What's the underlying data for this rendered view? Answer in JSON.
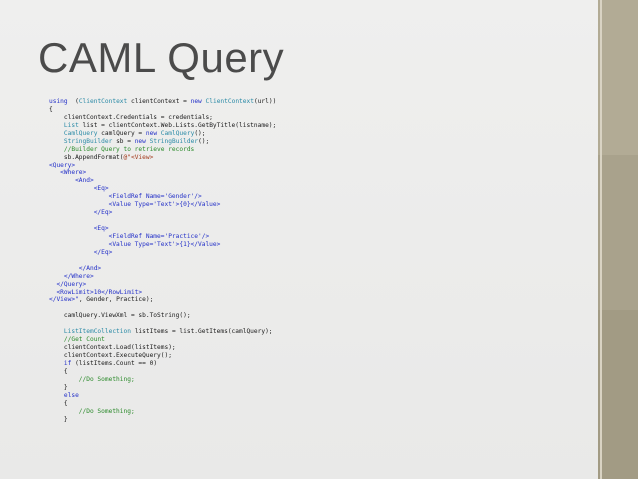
{
  "slide": {
    "title": "CAML Query",
    "accent_colors": [
      "#b2ab95",
      "#a9a28c",
      "#a29b84"
    ]
  },
  "code_lines": [
    [
      [
        "kw",
        "using"
      ],
      [
        "",
        "  ("
      ],
      [
        "ty",
        "ClientContext"
      ],
      [
        "",
        " clientContext = "
      ],
      [
        "kw",
        "new"
      ],
      [
        "",
        " "
      ],
      [
        "ty",
        "ClientContext"
      ],
      [
        "",
        "(url))"
      ]
    ],
    [
      [
        "",
        "{"
      ]
    ],
    [
      [
        "",
        "    clientContext.Credentials = credentials;"
      ]
    ],
    [
      [
        "",
        "    "
      ],
      [
        "ty",
        "List"
      ],
      [
        "",
        " list = clientContext.Web.Lists.GetByTitle(listname);"
      ]
    ],
    [
      [
        "",
        "    "
      ],
      [
        "ty",
        "CamlQuery"
      ],
      [
        "",
        " camlQuery = "
      ],
      [
        "kw",
        "new"
      ],
      [
        "",
        " "
      ],
      [
        "ty",
        "CamlQuery"
      ],
      [
        "",
        "();"
      ]
    ],
    [
      [
        "",
        "    "
      ],
      [
        "ty",
        "StringBuilder"
      ],
      [
        "",
        " sb = "
      ],
      [
        "kw",
        "new"
      ],
      [
        "",
        " "
      ],
      [
        "ty",
        "StringBuilder"
      ],
      [
        "",
        "();"
      ]
    ],
    [
      [
        "cm",
        "    //Builder Query to retrieve records"
      ]
    ],
    [
      [
        "",
        "    sb.AppendFormat("
      ],
      [
        "str",
        "@\"<View>"
      ]
    ],
    [
      [
        "xml",
        "<Query>"
      ]
    ],
    [
      [
        "xml",
        "   <Where>"
      ]
    ],
    [
      [
        "xml",
        "       <And>"
      ]
    ],
    [
      [
        "xml",
        "            <Eq>"
      ]
    ],
    [
      [
        "xml",
        "                <FieldRef Name='Gender'/>"
      ]
    ],
    [
      [
        "xml",
        "                <Value Type='Text'>{0}</Value>"
      ]
    ],
    [
      [
        "xml",
        "            </Eq>"
      ]
    ],
    [
      [
        "",
        ""
      ]
    ],
    [
      [
        "xml",
        "            <Eq>"
      ]
    ],
    [
      [
        "xml",
        "                <FieldRef Name='Practice'/>"
      ]
    ],
    [
      [
        "xml",
        "                <Value Type='Text'>{1}</Value>"
      ]
    ],
    [
      [
        "xml",
        "            </Eq>"
      ]
    ],
    [
      [
        "",
        ""
      ]
    ],
    [
      [
        "xml",
        "        </And>"
      ]
    ],
    [
      [
        "xml",
        "    </Where>"
      ]
    ],
    [
      [
        "xml",
        "  </Query>"
      ]
    ],
    [
      [
        "xml",
        "  <RowLimit>10</RowLimit>"
      ]
    ],
    [
      [
        "xml",
        "</View>\""
      ],
      [
        "",
        ", Gender, Practice);"
      ]
    ],
    [
      [
        "",
        ""
      ]
    ],
    [
      [
        "",
        "    camlQuery.ViewXml = sb.ToString();"
      ]
    ],
    [
      [
        "",
        ""
      ]
    ],
    [
      [
        "",
        "    "
      ],
      [
        "ty",
        "ListItemCollection"
      ],
      [
        "",
        " listItems = list.GetItems(camlQuery);"
      ]
    ],
    [
      [
        "cm",
        "    //Get Count"
      ]
    ],
    [
      [
        "",
        "    clientContext.Load(listItems);"
      ]
    ],
    [
      [
        "",
        "    clientContext.ExecuteQuery();"
      ]
    ],
    [
      [
        "",
        "    "
      ],
      [
        "kw",
        "if"
      ],
      [
        "",
        " (listItems.Count == 0)"
      ]
    ],
    [
      [
        "",
        "    {"
      ]
    ],
    [
      [
        "cm",
        "        //Do Something;"
      ]
    ],
    [
      [
        "",
        "    }"
      ]
    ],
    [
      [
        "",
        "    "
      ],
      [
        "kw",
        "else"
      ]
    ],
    [
      [
        "",
        "    {"
      ]
    ],
    [
      [
        "cm",
        "        //Do Something;"
      ]
    ],
    [
      [
        "",
        "    }"
      ]
    ]
  ]
}
